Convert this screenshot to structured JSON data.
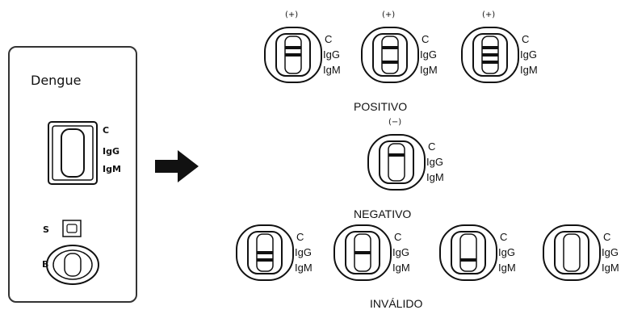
{
  "device": {
    "title": "Dengue",
    "window_labels": [
      "C",
      "IgG",
      "IgM"
    ],
    "sample_port_label": "S",
    "buffer_port_label": "B"
  },
  "arrow_icon": "right-arrow-icon",
  "results": {
    "positive": {
      "caption": "POSITIVO",
      "cassettes": [
        {
          "sign": "(+)",
          "labels": [
            "C",
            "IgG",
            "IgM"
          ],
          "bands": [
            "C",
            "IgG"
          ]
        },
        {
          "sign": "(+)",
          "labels": [
            "C",
            "IgG",
            "IgM"
          ],
          "bands": [
            "C",
            "IgM"
          ]
        },
        {
          "sign": "(+)",
          "labels": [
            "C",
            "IgG",
            "IgM"
          ],
          "bands": [
            "C",
            "IgG",
            "IgM"
          ]
        }
      ]
    },
    "negative": {
      "caption": "NEGATIVO",
      "cassettes": [
        {
          "sign": "(−)",
          "labels": [
            "C",
            "IgG",
            "IgM"
          ],
          "bands": [
            "C"
          ]
        }
      ]
    },
    "invalid": {
      "caption": "INVÁLIDO",
      "cassettes": [
        {
          "sign": "",
          "labels": [
            "C",
            "IgG",
            "IgM"
          ],
          "bands": [
            "IgG",
            "IgM"
          ]
        },
        {
          "sign": "",
          "labels": [
            "C",
            "IgG",
            "IgM"
          ],
          "bands": [
            "IgG"
          ]
        },
        {
          "sign": "",
          "labels": [
            "C",
            "IgG",
            "IgM"
          ],
          "bands": [
            "IgM"
          ]
        },
        {
          "sign": "",
          "labels": [
            "C",
            "IgG",
            "IgM"
          ],
          "bands": []
        }
      ]
    }
  }
}
